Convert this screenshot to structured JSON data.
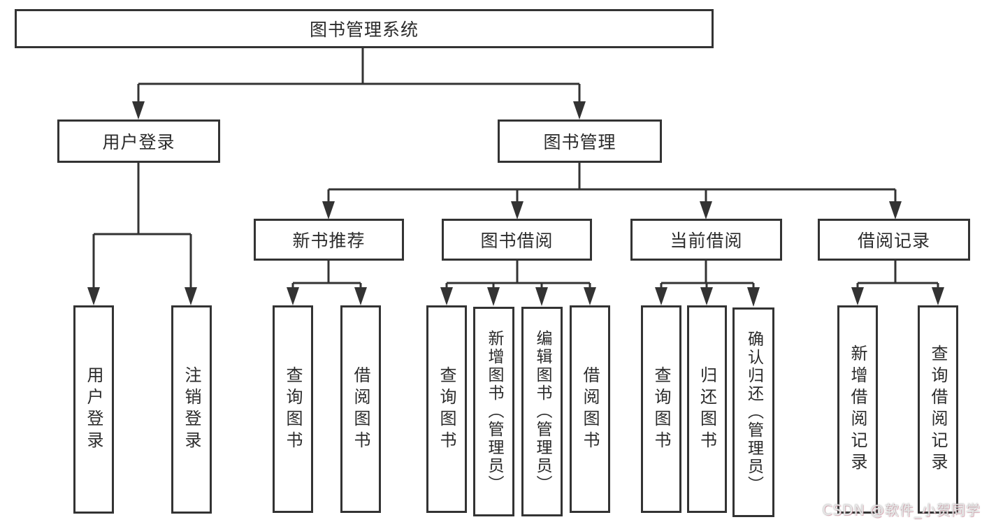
{
  "diagram_title": "图书管理系统",
  "nodes": {
    "root": {
      "label": "图书管理系统"
    },
    "user_login": {
      "label": "用户登录"
    },
    "book_mgmt": {
      "label": "图书管理"
    },
    "new_book_rec": {
      "label": "新书推荐"
    },
    "book_borrow": {
      "label": "图书借阅"
    },
    "current_borrow": {
      "label": "当前借阅"
    },
    "borrow_record": {
      "label": "借阅记录"
    },
    "leaf_user_login": {
      "label": "用户登录"
    },
    "leaf_logout_login": {
      "label": "注销登录"
    },
    "leaf_query_book_rec": {
      "label": "查询图书"
    },
    "leaf_borrow_book_rec": {
      "label": "借阅图书"
    },
    "leaf_query_book_borrow": {
      "label": "查询图书"
    },
    "leaf_add_book": {
      "label": "新增图书（管理员）"
    },
    "leaf_edit_book": {
      "label": "编辑图书（管理员）"
    },
    "leaf_borrow_book_borrow": {
      "label": "借阅图书"
    },
    "leaf_query_book_current": {
      "label": "查询图书"
    },
    "leaf_return_book": {
      "label": "归还图书"
    },
    "leaf_confirm_return": {
      "label": "确认归还（管理员）"
    },
    "leaf_add_borrow_record": {
      "label": "新增借阅记录"
    },
    "leaf_query_borrow_record": {
      "label": "查询借阅记录"
    }
  },
  "edges": [
    {
      "from": "图书管理系统",
      "to": [
        "用户登录",
        "图书管理"
      ]
    },
    {
      "from": "用户登录",
      "to": [
        "用户登录",
        "注销登录"
      ]
    },
    {
      "from": "图书管理",
      "to": [
        "新书推荐",
        "图书借阅",
        "当前借阅",
        "借阅记录"
      ]
    },
    {
      "from": "新书推荐",
      "to": [
        "查询图书",
        "借阅图书"
      ]
    },
    {
      "from": "图书借阅",
      "to": [
        "查询图书",
        "新增图书（管理员）",
        "编辑图书（管理员）",
        "借阅图书"
      ]
    },
    {
      "from": "当前借阅",
      "to": [
        "查询图书",
        "归还图书",
        "确认归还（管理员）"
      ]
    },
    {
      "from": "借阅记录",
      "to": [
        "新增借阅记录",
        "查询借阅记录"
      ]
    }
  ],
  "watermark": {
    "text": "CSDN @软件_小贺同学"
  },
  "colors": {
    "line": "#333333",
    "box_border": "#333333",
    "text": "#2b2b2b",
    "background": "#ffffff",
    "watermark": "#e9e9e9"
  }
}
